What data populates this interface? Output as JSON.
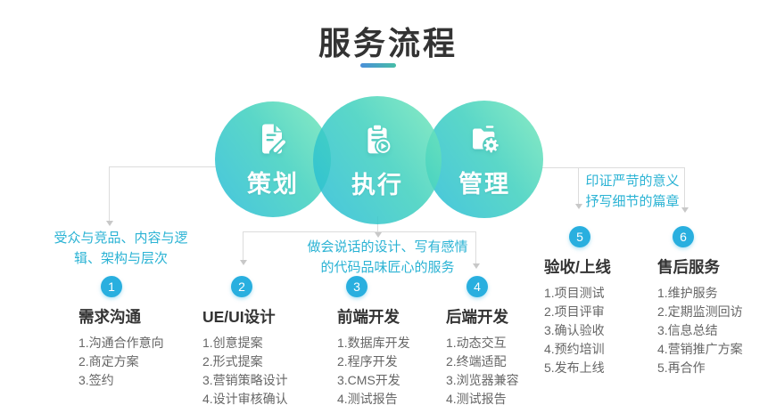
{
  "title": {
    "text": "服务流程"
  },
  "phases": [
    {
      "label": "策划",
      "icon": "document-edit-icon"
    },
    {
      "label": "执行",
      "icon": "clipboard-play-icon"
    },
    {
      "label": "管理",
      "icon": "folder-gear-icon"
    }
  ],
  "annotations": {
    "planning": {
      "lines": [
        "受众与竞品、内容与逻",
        "辑、架构与层次"
      ]
    },
    "execution": {
      "lines": [
        "做会说话的设计、写有感情",
        "的代码品味匠心的服务"
      ]
    },
    "management": {
      "lines": [
        "印证严苛的意义",
        "抒写细节的篇章"
      ]
    }
  },
  "steps": [
    {
      "number": "1",
      "title": "需求沟通",
      "items": [
        "1.沟通合作意向",
        "2.商定方案",
        "3.签约"
      ]
    },
    {
      "number": "2",
      "title": "UE/UI设计",
      "items": [
        "1.创意提案",
        "2.形式提案",
        "3.营销策略设计",
        "4.设计审核确认"
      ]
    },
    {
      "number": "3",
      "title": "前端开发",
      "items": [
        "1.数据库开发",
        "2.程序开发",
        "3.CMS开发",
        "4.测试报告"
      ]
    },
    {
      "number": "4",
      "title": "后端开发",
      "items": [
        "1.动态交互",
        "2.终端适配",
        "3.浏览器兼容",
        "4.测试报告"
      ]
    },
    {
      "number": "5",
      "title": "验收/上线",
      "items": [
        "1.项目测试",
        "2.项目评审",
        "3.确认验收",
        "4.预约培训",
        "5.发布上线"
      ]
    },
    {
      "number": "6",
      "title": "售后服务",
      "items": [
        "1.维护服务",
        "2.定期监测回访",
        "3.信息总结",
        "4.营销推广方案",
        "5.再合作"
      ]
    }
  ],
  "colors": {
    "accent_teal": "#2bb3d4",
    "badge_blue": "#29afdf",
    "circle_gradient_start": "#26bbd8",
    "circle_gradient_end": "#78e8b9",
    "underline_gradient_start": "#4a8fd9",
    "underline_gradient_end": "#47bda7",
    "heading_text": "#333333",
    "body_text": "#666666",
    "connector_line": "#dcdcdc"
  }
}
